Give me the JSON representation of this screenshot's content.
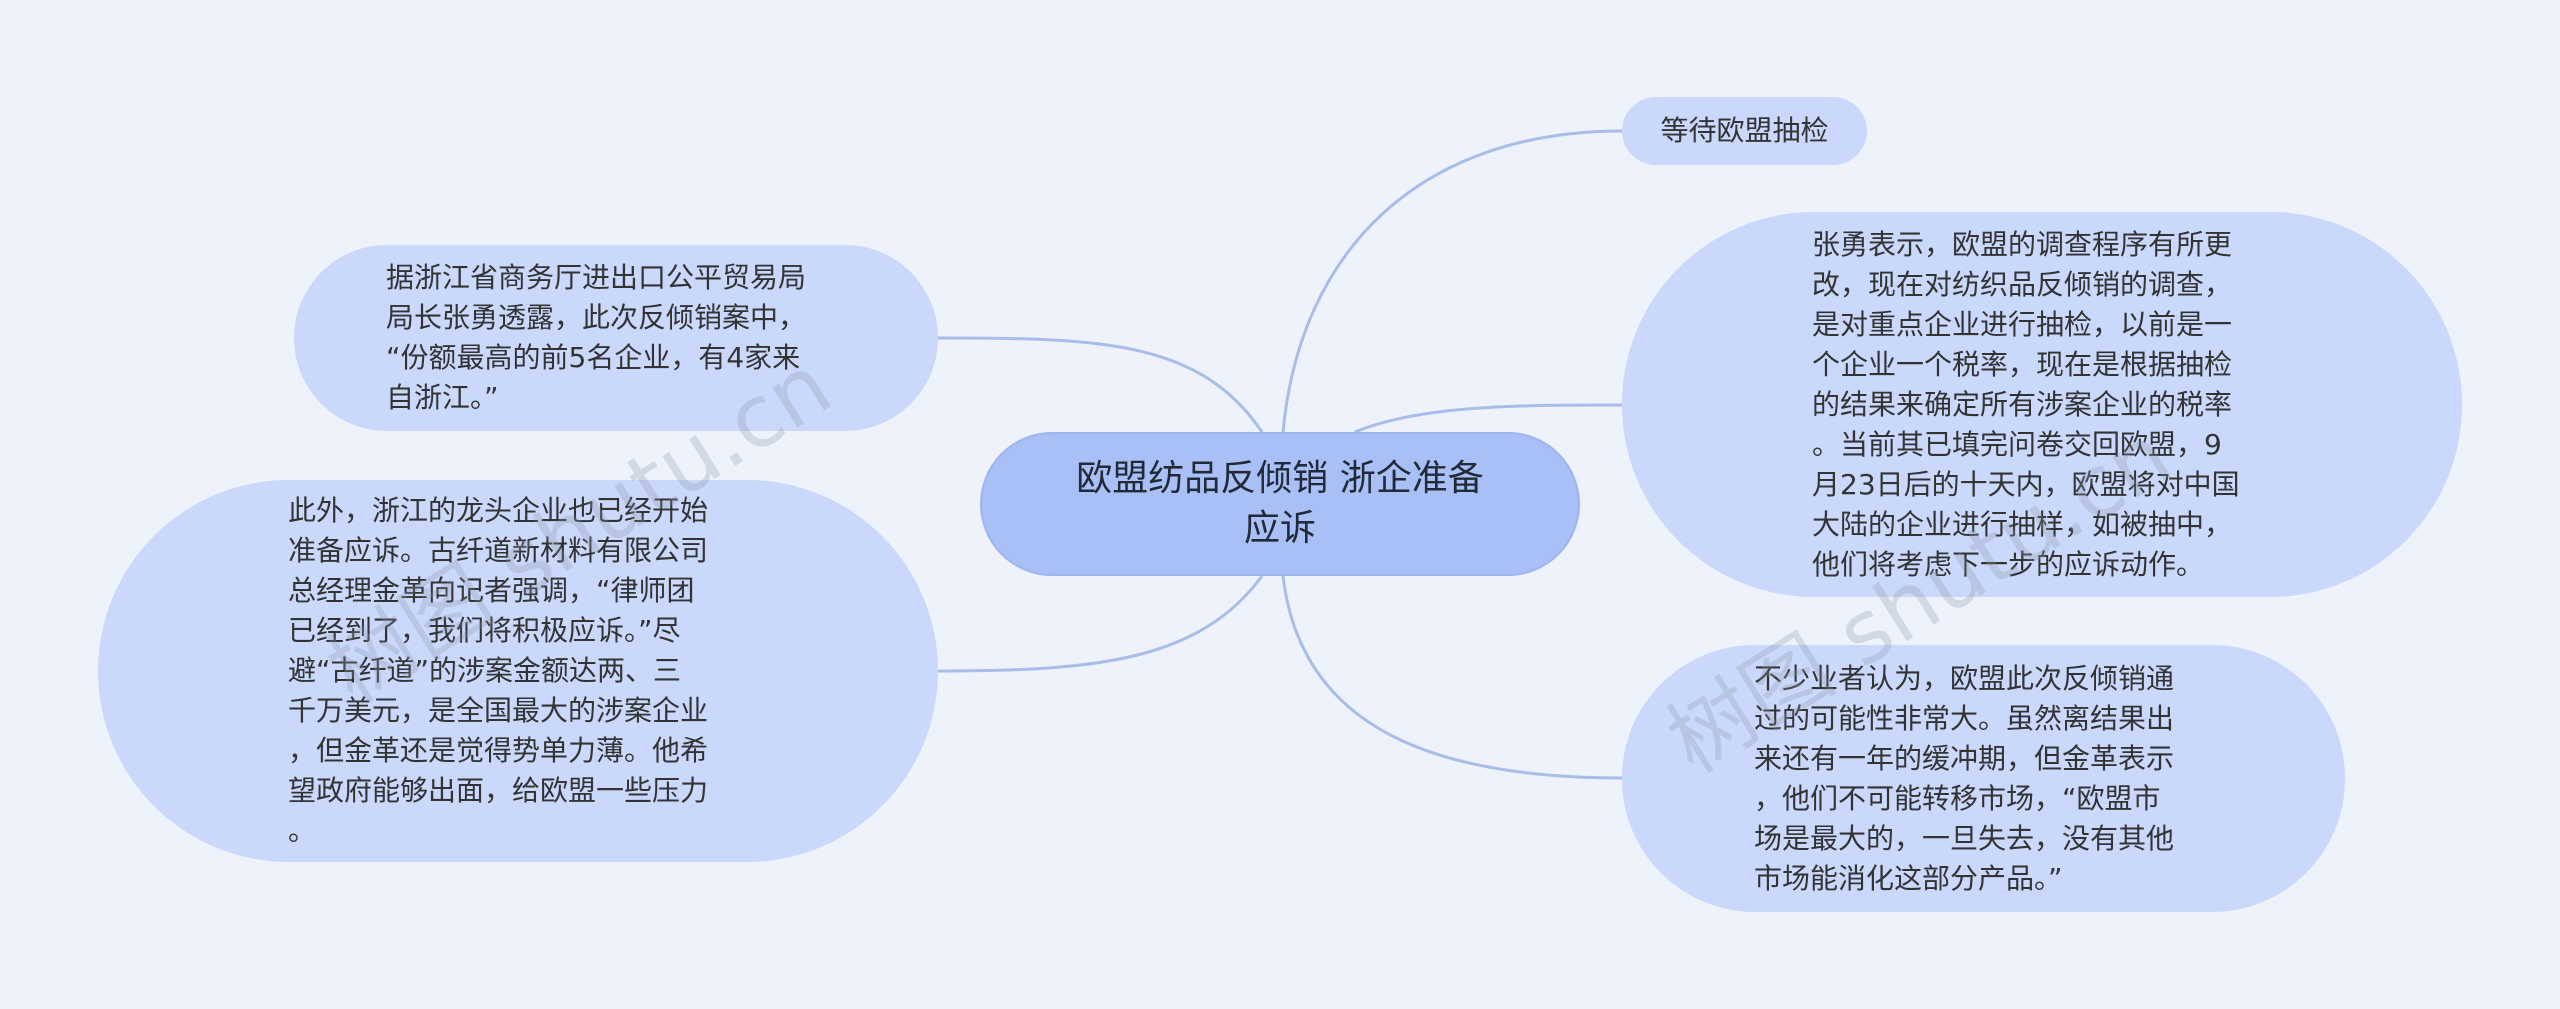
{
  "root": {
    "label": "欧盟纺品反倾销 浙企准备\n应诉"
  },
  "nodes": {
    "wait": "等待欧盟抽检",
    "zhang": "张勇表示，欧盟的调查程序有所更\n改，现在对纺织品反倾销的调查，\n是对重点企业进行抽检，以前是一\n个企业一个税率，现在是根据抽检\n的结果来确定所有涉案企业的税率\n。当前其已填完问卷交回欧盟，9\n月23日后的十天内，欧盟将对中国\n大陆的企业进行抽样，如被抽中，\n他们将考虑下一步的应诉动作。",
    "business": "不少业者认为，欧盟此次反倾销通\n过的可能性非常大。虽然离结果出\n来还有一年的缓冲期，但金革表示\n，他们不可能转移市场，“欧盟市\n场是最大的，一旦失去，没有其他\n市场能消化这部分产品。”",
    "source": "据浙江省商务厅进出口公平贸易局\n局长张勇透露，此次反倾销案中，\n“份额最高的前5名企业，有4家来\n自浙江。”",
    "leader": "此外，浙江的龙头企业也已经开始\n准备应诉。古纤道新材料有限公司\n总经理金革向记者强调，“律师团\n已经到了，我们将积极应诉。”尽\n避“古纤道”的涉案金额达两、三\n千万美元，是全国最大的涉案企业\n，但金革还是觉得势单力薄。他希\n望政府能够出面，给欧盟一些压力\n。"
  },
  "watermark": {
    "left": "树图 shutu.cn",
    "right": "树图 shutu.cn"
  },
  "colors": {
    "background": "#eef2fb",
    "root_fill": "#a9c0f6",
    "leaf_fill": "#c9d8fb",
    "link": "#a8bde8",
    "text": "#333333"
  }
}
